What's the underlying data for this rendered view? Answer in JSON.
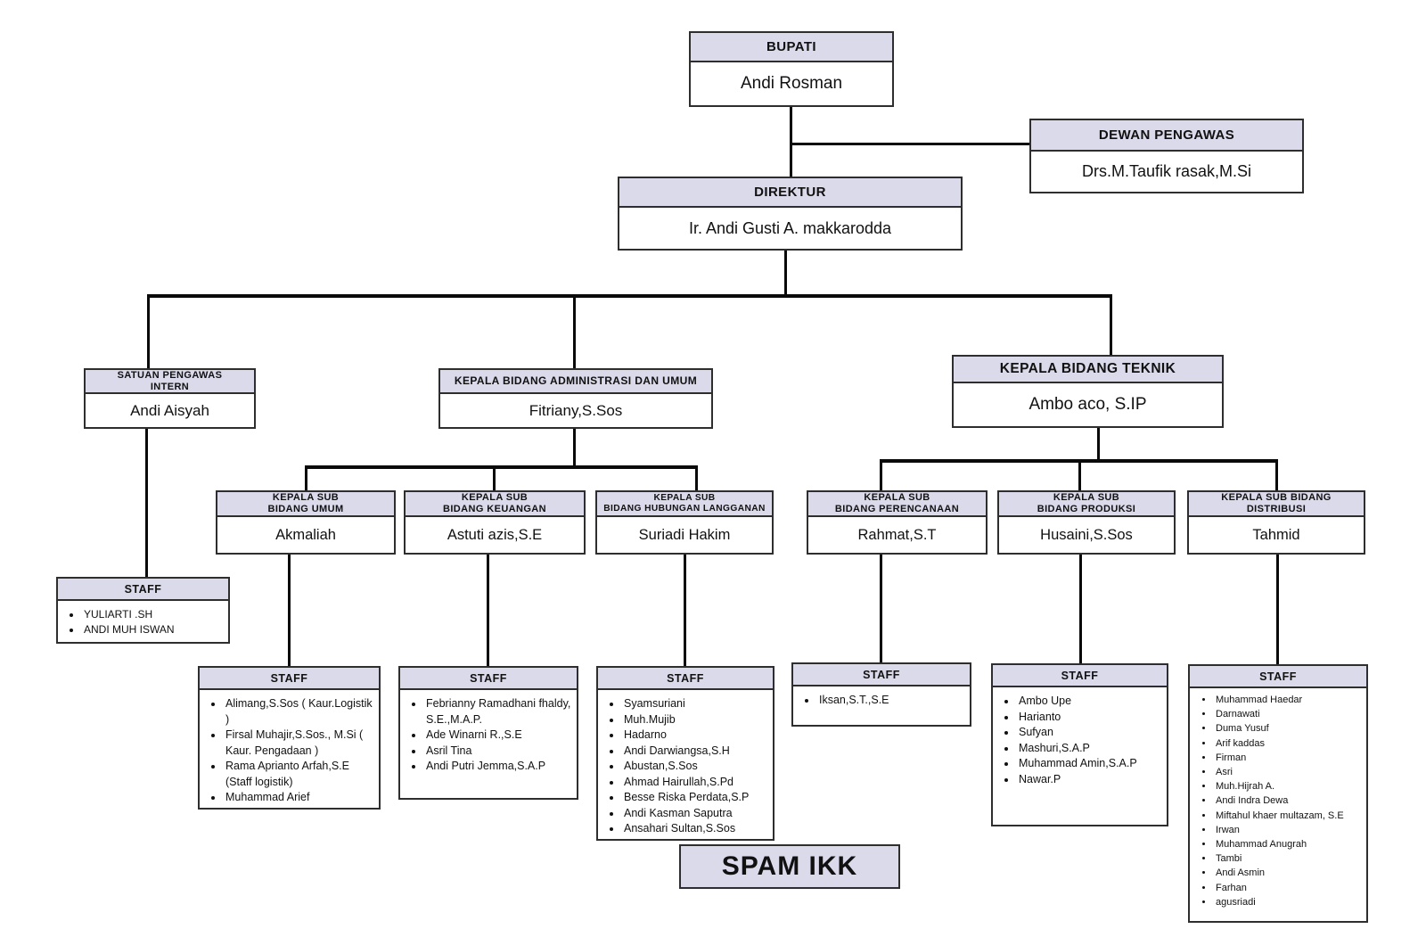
{
  "colors": {
    "header_fill": "#dbdaeb",
    "box_border": "#2e2e2e",
    "line": "#0a0a0a"
  },
  "boxes": {
    "bupati": {
      "title": "BUPATI",
      "name": "Andi Rosman"
    },
    "dewan_pengawas": {
      "title": "DEWAN PENGAWAS",
      "name": "Drs.M.Taufik rasak,M.Si"
    },
    "direktur": {
      "title": "DIREKTUR",
      "name": "Ir. Andi Gusti A. makkarodda"
    },
    "satuan_pengawas_intern": {
      "title": "SATUAN PENGAWAS\nINTERN",
      "name": "Andi Aisyah"
    },
    "kabid_administrasi_umum": {
      "title": "KEPALA BIDANG ADMINISTRASI DAN UMUM",
      "name": "Fitriany,S.Sos"
    },
    "kabid_teknik": {
      "title": "KEPALA BIDANG TEKNIK",
      "name": "Ambo aco, S.IP"
    },
    "kasub_umum": {
      "title": "KEPALA SUB\nBIDANG UMUM",
      "name": "Akmaliah"
    },
    "kasub_keuangan": {
      "title": "KEPALA SUB\nBIDANG KEUANGAN",
      "name": "Astuti azis,S.E"
    },
    "kasub_hubungan_langganan": {
      "title": "KEPALA SUB\nBIDANG HUBUNGAN LANGGANAN",
      "name": "Suriadi Hakim"
    },
    "kasub_perencanaan": {
      "title": "KEPALA SUB\nBIDANG PERENCANAAN",
      "name": "Rahmat,S.T"
    },
    "kasub_produksi": {
      "title": "KEPALA SUB\nBIDANG PRODUKSI",
      "name": "Husaini,S.Sos"
    },
    "kasub_distribusi": {
      "title": "KEPALA SUB BIDANG\nDISTRIBUSI",
      "name": "Tahmid"
    }
  },
  "staff": {
    "intern": {
      "title": "STAFF",
      "members": [
        "YULIARTI .SH",
        "ANDI MUH ISWAN"
      ]
    },
    "umum": {
      "title": "STAFF",
      "members": [
        "Alimang,S.Sos ( Kaur.Logistik )",
        "Firsal Muhajir,S.Sos., M.Si ( Kaur. Pengadaan )",
        "Rama Aprianto Arfah,S.E (Staff logistik)",
        "Muhammad Arief"
      ]
    },
    "keuangan": {
      "title": "STAFF",
      "members": [
        "Febrianny Ramadhani fhaldy, S.E.,M.A.P.",
        "Ade Winarni R.,S.E",
        "Asril Tina",
        "Andi Putri Jemma,S.A.P"
      ]
    },
    "hubungan_langganan": {
      "title": "STAFF",
      "members": [
        "Syamsuriani",
        "Muh.Mujib",
        "Hadarno",
        "Andi Darwiangsa,S.H",
        "Abustan,S.Sos",
        "Ahmad Hairullah,S.Pd",
        "Besse Riska Perdata,S.P",
        "Andi Kasman Saputra",
        "Ansahari Sultan,S.Sos"
      ]
    },
    "perencanaan": {
      "title": "STAFF",
      "members": [
        "Iksan,S.T.,S.E"
      ]
    },
    "produksi": {
      "title": "STAFF",
      "members": [
        "Ambo Upe",
        "Harianto",
        "Sufyan",
        "Mashuri,S.A.P",
        "Muhammad Amin,S.A.P",
        "Nawar.P"
      ]
    },
    "distribusi": {
      "title": "STAFF",
      "members": [
        "Muhammad Haedar",
        "Darnawati",
        "Duma Yusuf",
        "Arif kaddas",
        "Firman",
        "Asri",
        "Muh.Hijrah A.",
        "Andi Indra Dewa",
        "Miftahul khaer multazam, S.E",
        "Irwan",
        "Muhammad Anugrah",
        "Tambi",
        "Andi Asmin",
        "Farhan",
        "agusriadi"
      ]
    }
  },
  "footer": {
    "label": "SPAM IKK"
  }
}
